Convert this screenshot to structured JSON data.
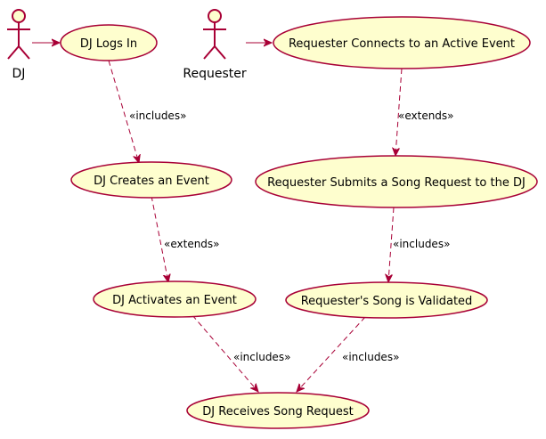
{
  "colors": {
    "usecase_fill": "#FEFECE",
    "outline": "#A80036",
    "text": "#000000",
    "background": "#FFFFFF"
  },
  "actors": [
    {
      "id": "dj",
      "label": "DJ"
    },
    {
      "id": "requester",
      "label": "Requester"
    }
  ],
  "usecases": [
    {
      "id": "dj-logs-in",
      "label": "DJ Logs In"
    },
    {
      "id": "dj-creates-event",
      "label": "DJ Creates an Event"
    },
    {
      "id": "dj-activates-event",
      "label": "DJ Activates an Event"
    },
    {
      "id": "dj-receives-request",
      "label": "DJ Receives Song Request"
    },
    {
      "id": "requester-connects",
      "label": "Requester Connects to an Active Event"
    },
    {
      "id": "requester-submits",
      "label": "Requester Submits a Song Request to the DJ"
    },
    {
      "id": "song-validated",
      "label": "Requester's Song is Validated"
    }
  ],
  "relations": [
    {
      "id": "dj-to-login",
      "from": "dj",
      "to": "dj-logs-in",
      "style": "solid",
      "label": ""
    },
    {
      "id": "requester-to-connects",
      "from": "requester",
      "to": "requester-connects",
      "style": "solid",
      "label": ""
    },
    {
      "id": "login-includes-creates",
      "from": "dj-logs-in",
      "to": "dj-creates-event",
      "style": "dashed",
      "label": "«includes»"
    },
    {
      "id": "creates-extends-activates",
      "from": "dj-creates-event",
      "to": "dj-activates-event",
      "style": "dashed",
      "label": "«extends»"
    },
    {
      "id": "activates-includes-receives",
      "from": "dj-activates-event",
      "to": "dj-receives-request",
      "style": "dashed",
      "label": "«includes»"
    },
    {
      "id": "connects-extends-submits",
      "from": "requester-connects",
      "to": "requester-submits",
      "style": "dashed",
      "label": "«extends»"
    },
    {
      "id": "submits-includes-validated",
      "from": "requester-submits",
      "to": "song-validated",
      "style": "dashed",
      "label": "«includes»"
    },
    {
      "id": "validated-includes-receives",
      "from": "song-validated",
      "to": "dj-receives-request",
      "style": "dashed",
      "label": "«includes»"
    }
  ]
}
